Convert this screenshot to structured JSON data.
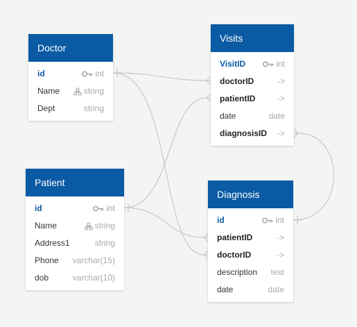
{
  "colors": {
    "header_bg": "#0b5aa4",
    "header_text": "#ffffff",
    "pk_text": "#0b5aa4",
    "type_text": "#a8a8a8",
    "connector": "#c7c7c7",
    "canvas_bg": "#f3f5f5"
  },
  "tables": {
    "doctor": {
      "title": "Doctor",
      "columns": [
        {
          "name": "id",
          "type": "int",
          "role": "pk",
          "icon": "key-icon"
        },
        {
          "name": "Name",
          "type": "string",
          "role": "plain",
          "icon": "unique-icon"
        },
        {
          "name": "Dept",
          "type": "string",
          "role": "plain",
          "icon": ""
        }
      ]
    },
    "visits": {
      "title": "Visits",
      "columns": [
        {
          "name": "VisitID",
          "type": "int",
          "role": "pk",
          "icon": "key-icon"
        },
        {
          "name": "doctorID",
          "type": "->",
          "role": "fk",
          "icon": ""
        },
        {
          "name": "patientID",
          "type": "->",
          "role": "fk",
          "icon": ""
        },
        {
          "name": "date",
          "type": "date",
          "role": "plain",
          "icon": ""
        },
        {
          "name": "diagnosisID",
          "type": "->",
          "role": "fk",
          "icon": ""
        }
      ]
    },
    "patient": {
      "title": "Patient",
      "columns": [
        {
          "name": "id",
          "type": "int",
          "role": "pk",
          "icon": "key-icon"
        },
        {
          "name": "Name",
          "type": "string",
          "role": "plain",
          "icon": "unique-icon"
        },
        {
          "name": "Address1",
          "type": "string",
          "role": "plain",
          "icon": ""
        },
        {
          "name": "Phone",
          "type": "varchar(15)",
          "role": "plain",
          "icon": ""
        },
        {
          "name": "dob",
          "type": "varchar(10)",
          "role": "plain",
          "icon": ""
        }
      ]
    },
    "diagnosis": {
      "title": "Diagnosis",
      "columns": [
        {
          "name": "id",
          "type": "int",
          "role": "pk",
          "icon": "key-icon"
        },
        {
          "name": "patientID",
          "type": "->",
          "role": "fk",
          "icon": ""
        },
        {
          "name": "doctorID",
          "type": "->",
          "role": "fk",
          "icon": ""
        },
        {
          "name": "description",
          "type": "text",
          "role": "plain",
          "icon": ""
        },
        {
          "name": "date",
          "type": "date",
          "role": "plain",
          "icon": ""
        }
      ]
    }
  },
  "relationships": [
    {
      "from": "Doctor.id",
      "to": "Visits.doctorID",
      "cardinality": "one-to-many"
    },
    {
      "from": "Patient.id",
      "to": "Visits.patientID",
      "cardinality": "one-to-many"
    },
    {
      "from": "Doctor.id",
      "to": "Diagnosis.doctorID",
      "cardinality": "one-to-many"
    },
    {
      "from": "Patient.id",
      "to": "Diagnosis.patientID",
      "cardinality": "one-to-many"
    },
    {
      "from": "Diagnosis.id",
      "to": "Visits.diagnosisID",
      "cardinality": "one-to-many"
    }
  ]
}
